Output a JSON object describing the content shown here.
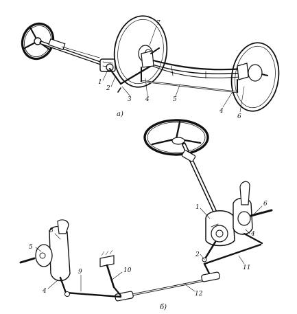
{
  "figure": {
    "panel_a": {
      "caption": "а)",
      "callouts": [
        "1",
        "2",
        "3",
        "4",
        "5",
        "7",
        "4",
        "6"
      ]
    },
    "panel_b": {
      "caption": "б)",
      "callouts": [
        "1",
        "6",
        "4",
        "2",
        "11",
        "8",
        "5",
        "10",
        "9",
        "4",
        "12"
      ]
    }
  }
}
